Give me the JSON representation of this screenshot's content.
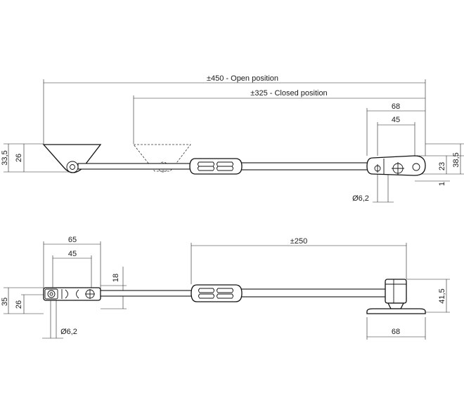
{
  "top_view": {
    "open_position": "±450 - Open position",
    "closed_position": "±325 - Closed position",
    "dim_68": "68",
    "dim_45": "45",
    "dim_33_5": "33,5",
    "dim_26": "26",
    "dim_23": "23",
    "dim_38_5": "38,5",
    "dim_1": "1",
    "dim_diameter": "Ø6,2"
  },
  "side_view": {
    "dim_65": "65",
    "dim_45": "45",
    "dim_18": "18",
    "dim_250": "±250",
    "dim_35": "35",
    "dim_26": "26",
    "dim_41_5": "41,5",
    "dim_68": "68",
    "dim_diameter": "Ø6,2"
  }
}
